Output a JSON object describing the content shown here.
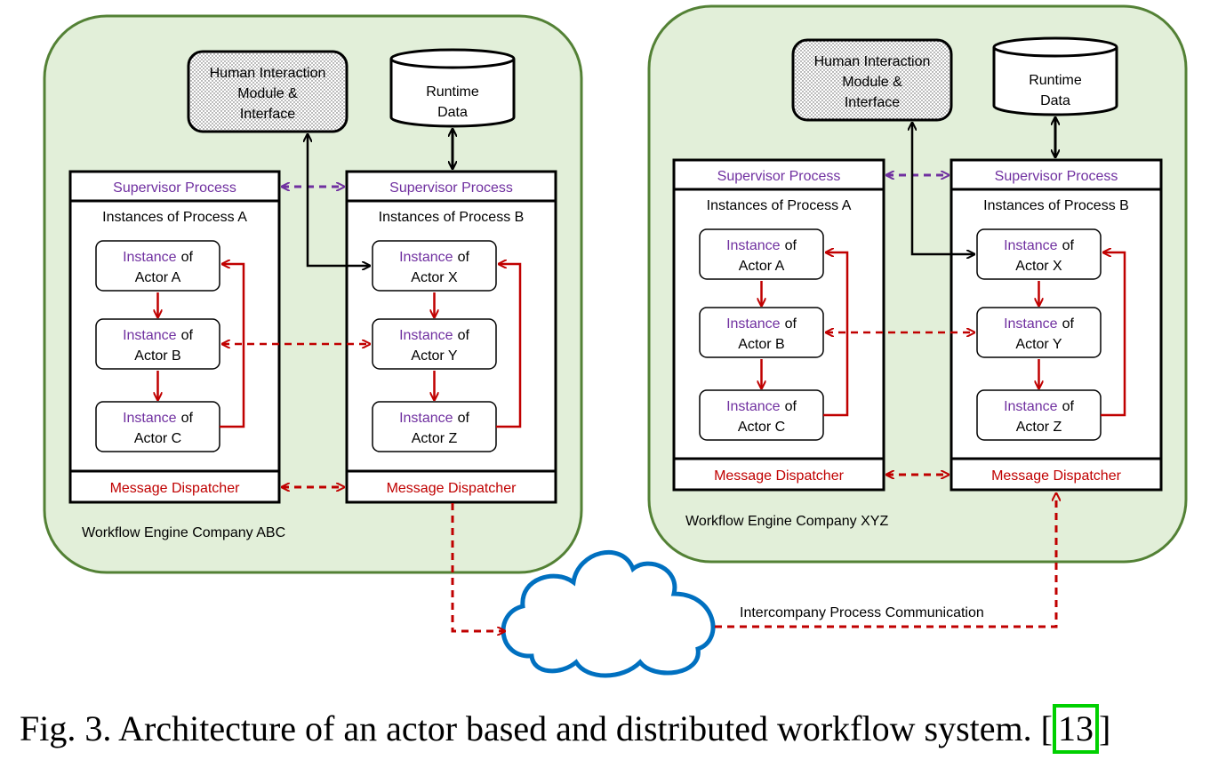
{
  "colors": {
    "panel_fill": "#e2efd9",
    "panel_border": "#538135",
    "supervisor_text": "#7030a0",
    "dispatcher_text": "#c00000",
    "red_arrow": "#c00000",
    "purple_arrow": "#7030a0",
    "cloud_border": "#0070c0",
    "highlight_box": "#00d000"
  },
  "engines": [
    {
      "label": "Workflow Engine Company ABC",
      "human_module": [
        "Human Interaction",
        "Module &",
        "Interface"
      ],
      "runtime_data": [
        "Runtime",
        "Data"
      ],
      "processes": [
        {
          "supervisor": "Supervisor Process",
          "title": "Instances of Process A",
          "actors": [
            {
              "prefix": "Instance",
              "suffix": "of",
              "name": "Actor A"
            },
            {
              "prefix": "Instance",
              "suffix": "of",
              "name": "Actor B"
            },
            {
              "prefix": "Instance",
              "suffix": "of",
              "name": "Actor C"
            }
          ],
          "dispatcher": "Message Dispatcher"
        },
        {
          "supervisor": "Supervisor Process",
          "title": "Instances of Process B",
          "actors": [
            {
              "prefix": "Instance",
              "suffix": "of",
              "name": "Actor X"
            },
            {
              "prefix": "Instance",
              "suffix": "of",
              "name": "Actor Y"
            },
            {
              "prefix": "Instance",
              "suffix": "of",
              "name": "Actor Z"
            }
          ],
          "dispatcher": "Message Dispatcher"
        }
      ]
    },
    {
      "label": "Workflow Engine Company XYZ",
      "human_module": [
        "Human Interaction",
        "Module &",
        "Interface"
      ],
      "runtime_data": [
        "Runtime",
        "Data"
      ],
      "processes": [
        {
          "supervisor": "Supervisor Process",
          "title": "Instances of Process A",
          "actors": [
            {
              "prefix": "Instance",
              "suffix": "of",
              "name": "Actor A"
            },
            {
              "prefix": "Instance",
              "suffix": "of",
              "name": "Actor B"
            },
            {
              "prefix": "Instance",
              "suffix": "of",
              "name": "Actor C"
            }
          ],
          "dispatcher": "Message Dispatcher"
        },
        {
          "supervisor": "Supervisor Process",
          "title": "Instances of Process B",
          "actors": [
            {
              "prefix": "Instance",
              "suffix": "of",
              "name": "Actor X"
            },
            {
              "prefix": "Instance",
              "suffix": "of",
              "name": "Actor Y"
            },
            {
              "prefix": "Instance",
              "suffix": "of",
              "name": "Actor Z"
            }
          ],
          "dispatcher": "Message Dispatcher"
        }
      ]
    }
  ],
  "cloud_label": "Intercompany Process Communication",
  "caption": {
    "text": "Fig. 3. Architecture of an actor based and distributed workflow system. [",
    "citation": "13",
    "close": "]"
  }
}
